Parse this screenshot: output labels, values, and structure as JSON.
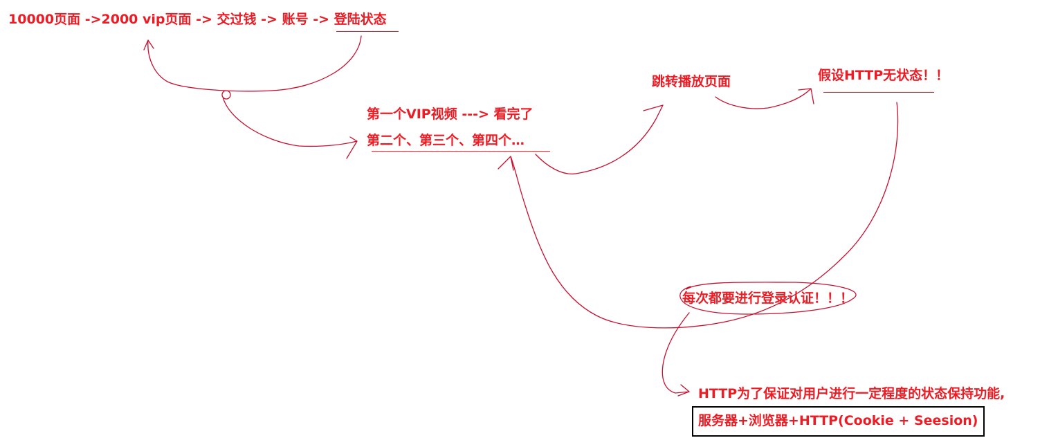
{
  "colors": {
    "text": "#ed1c24",
    "stroke": "#c8102e",
    "box_border": "#000000"
  },
  "notes": {
    "flow": "10000页面 ->2000 vip页面 -> 交过钱 -> 账号 -> 登陆状态",
    "vip_watched": "第一个VIP视频 ---> 看完了",
    "next_videos": "第二个、第三个、第四个…",
    "jump_play": "跳转播放页面",
    "stateless": "假设HTTP无状态！！",
    "login_each": "每次都要进行登录认证！！！",
    "http_purpose": "HTTP为了保证对用户进行一定程度的状态保持功能,",
    "solution": "服务器+浏览器+HTTP(Cookie + Seesion)"
  }
}
